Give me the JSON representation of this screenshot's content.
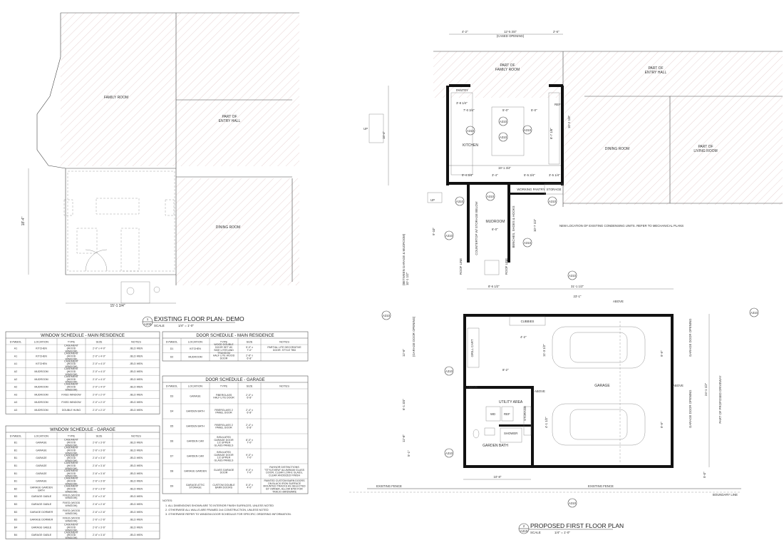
{
  "drawing": {
    "existing_plan": {
      "title": "EXISTING FLOOR PLAN- DEMO",
      "scale": "1/4\" = 1'-0\"",
      "scale_word": "SCALE",
      "tag_num": "1",
      "tag_sheet": "A200",
      "rooms": {
        "family_room": "FAMILY ROOM",
        "entry_part": "PART OF",
        "entry_hall": "ENTRY HALL",
        "dining_room": "DINING ROOM"
      },
      "dims": {
        "width": "15'-1 3/4\"",
        "height": "18'-4\""
      }
    },
    "proposed_plan": {
      "title": "PROPOSED FIRST FLOOR PLAN",
      "scale": "1/4\" = 1'-0\"",
      "scale_word": "SCALE",
      "tag_num": "2",
      "tag_sheet": "A310",
      "rooms": {
        "family_part": "PART OF",
        "family_room": "FAMILY ROOM",
        "entry_part": "PART OF",
        "entry_hall": "ENTRY HALL",
        "kitchen": "KITCHEN",
        "pantry": "PANTRY",
        "ref": "REF",
        "dining_room": "DINING ROOM",
        "living_part": "PART OF",
        "living_room": "LIVING ROOM",
        "working_pantry": "WORKING PANTRY",
        "storage": "STORAGE",
        "mudroom": "MUDROOM",
        "counter_storage": "COUNTERTOP W/ STORAGE BELOW",
        "benches": "BENCHES, SHOES & HOOKS",
        "cubbies": "CUBBIES",
        "grill_cart": "GRILL CART",
        "utility_area": "UTILITY AREA",
        "wd": "WD",
        "ref2": "REF",
        "shower": "SHOWER",
        "garden_bath": "GARDEN BATH",
        "garage": "GARAGE",
        "storage2": "STORAGE"
      },
      "notes": {
        "condensing": "NEW LOCATION OF EXISTING CONDENSING UNITS. REFER TO MECHANICAL PLANS",
        "fence_left": "EXISTING FENCE",
        "fence_right": "EXISTING FENCE",
        "boundary": "BOUNDARY LINE",
        "driveway": "PART OF PROPOSED DRIVEWAY",
        "garage_door": "GARAGE DOOR OPENING",
        "garage_door_below": "(GARAGE DOOR OPENING)",
        "between": "(BETWEEN GARAGE & MUDROOM)",
        "roof_line": "ROOF LINE",
        "cased": "(CASED OPENING)",
        "above": "ABOVE",
        "up": "UP"
      },
      "dims": {
        "top_a": "4'-2\"",
        "top_b": "12'-5 3/4\"",
        "top_c": "2'-6\"",
        "k1": "3'-8 1/4\"",
        "k2": "7'-0 3/4\"",
        "k3": "5'-0\"",
        "k4": "5'-0\"",
        "k5": "19'-1 3/4\"",
        "k6": "8'-7 1/8\"",
        "k7": "10'-2 1/8\"",
        "k8": "18'-4\"",
        "m1": "5'-4 3/4\"",
        "m2": "3'-4\"",
        "m3": "5'-5 3/4\"",
        "m4": "3'-5 1/4\"",
        "m5": "6'-0\"",
        "m6": "9'-10\"",
        "m7": "10'-7 1/4\"",
        "m8": "10'-1 1/2\"",
        "g1": "8'-6 1/2\"",
        "g2": "31'-1 1/2\"",
        "g3": "23'-1\"",
        "g4": "4'-2\"",
        "g5": "8'-2\"",
        "g6": "11'-3 1/2\"",
        "g7": "9'-9\"",
        "g8": "9'-9\"",
        "g9": "24'-1 1/2\"",
        "g10": "12'-6\"",
        "g11": "6'-1 3/4\"",
        "g12": "4'-1 1/2\"",
        "g13": "12'-8\"",
        "g14": "5'-1\"",
        "g15": "10'-8\"",
        "g16": "5'-0\""
      }
    }
  },
  "window_schedule_main": {
    "title": "WINDOW SCHEDULE - MAIN RESIDENCE",
    "headers": [
      "SYMBOL",
      "LOCATION",
      "TYPE",
      "SIZE",
      "NOTES"
    ],
    "rows": [
      [
        "A1",
        "KITCHEN",
        "CASEMENT (WOOD WINDOW)",
        "2'-0\" x 4'-0\"",
        "JELD WEN"
      ],
      [
        "A1",
        "KITCHEN",
        "CASEMENT (WOOD WINDOW)",
        "2'-0\" x 4'-0\"",
        "JELD WEN"
      ],
      [
        "A1",
        "KITCHEN",
        "CASEMENT (WOOD WINDOW)",
        "2'-0\" x 4'-0\"",
        "JELD WEN"
      ],
      [
        "A2",
        "MUDROOM",
        "CASEMENT (WOOD WINDOW)",
        "2'-0\" x 4'-0\"",
        "JELD WEN"
      ],
      [
        "A2",
        "MUDROOM",
        "CASEMENT (WOOD WINDOW)",
        "2'-0\" x 4'-0\"",
        "JELD WEN"
      ],
      [
        "A2",
        "MUDROOM",
        "CASEMENT (WOOD WINDOW)",
        "2'-0\" x 4'-0\"",
        "JELD WEN"
      ],
      [
        "A3",
        "MUDROOM",
        "FIXED WINDOW",
        "2'-0\" x 2'-0\"",
        "JELD WEN"
      ],
      [
        "A3",
        "MUDROOM",
        "FIXED WINDOW",
        "2'-0\" x 2'-0\"",
        "JELD WEN"
      ],
      [
        "A3",
        "MUDROOM",
        "DOUBLE HUNG",
        "2'-0\" x 2'-0\"",
        "JELD WEN"
      ]
    ]
  },
  "window_schedule_garage": {
    "title": "WINDOW SCHEDULE - GARAGE",
    "headers": [
      "SYMBOL",
      "LOCATION",
      "TYPE",
      "SIZE",
      "NOTES"
    ],
    "rows": [
      [
        "B1",
        "GARAGE",
        "CASEMENT (WOOD WINDOW)",
        "2'-6\" x 3'-6\"",
        "JELD WEN"
      ],
      [
        "B1",
        "GARAGE",
        "CASEMENT (WOOD WINDOW)",
        "2'-6\" x 3'-6\"",
        "JELD WEN"
      ],
      [
        "B1",
        "GARAGE",
        "CASEMENT (WOOD WINDOW)",
        "2'-6\" x 3'-6\"",
        "JELD WEN"
      ],
      [
        "B1",
        "GARAGE",
        "CASEMENT (WOOD WINDOW)",
        "2'-6\" x 3'-6\"",
        "JELD WEN"
      ],
      [
        "B1",
        "GARAGE",
        "CASEMENT (WOOD WINDOW)",
        "2'-6\" x 3'-6\"",
        "JELD WEN"
      ],
      [
        "B1",
        "GARAGE",
        "CASEMENT (WOOD WINDOW)",
        "2'-6\" x 3'-6\"",
        "JELD WEN"
      ],
      [
        "B2",
        "GARAGE GARDEN BATH",
        "CASEMENT (WOOD WINDOW)",
        "2'-6\" x 3'-6\"",
        "JELD WEN"
      ],
      [
        "B3",
        "GARAGE GABLE",
        "FIXED (WOOD WINDOW)",
        "2'-6\" x 2'-6\"",
        "JELD WEN"
      ],
      [
        "B3",
        "GARAGE GABLE",
        "FIXED (WOOD WINDOW)",
        "2'-6\" x 2'-6\"",
        "JELD WEN"
      ],
      [
        "B3",
        "GARAGE DORMER",
        "FIXED (WOOD WINDOW)",
        "2'-6\" x 2'-6\"",
        "JELD WEN"
      ],
      [
        "B3",
        "GARAGE DORMER",
        "FIXED (WOOD WINDOW)",
        "2'-6\" x 2'-6\"",
        "JELD WEN"
      ],
      [
        "B4",
        "GARAGE GABLE",
        "CASEMENT (WOOD WINDOW)",
        "2'-6\" x 3'-6\"",
        "JELD WEN"
      ],
      [
        "B4",
        "GARAGE GABLE",
        "CASEMENT (WOOD WINDOW)",
        "2'-6\" x 3'-6\"",
        "JELD WEN"
      ]
    ]
  },
  "door_schedule_main": {
    "title": "DOOR SCHEDULE - MAIN RESIDENCE",
    "headers": [
      "SYMBOL",
      "LOCATION",
      "TYPE",
      "SIZE",
      "NOTES"
    ],
    "rows": [
      [
        "D1",
        "KITCHEN",
        "WOOD DOUBLE DOOR SET W/ SIDE LITES AND TRANSOM",
        "5'-0\" x 7'-0\"",
        "PARTIAL LITE DECORATIVE DOOR. STYLE TBD"
      ],
      [
        "D2",
        "MUDROOM",
        "HALF LITE WOOD DOOR",
        "2'-8\" x 6'-8\"",
        ""
      ]
    ]
  },
  "door_schedule_garage": {
    "title": "DOOR SCHEDULE - GARAGE",
    "headers": [
      "SYMBOL",
      "LOCATION",
      "TYPE",
      "SIZE",
      "NOTES"
    ],
    "rows": [
      [
        "D3",
        "GARAGE",
        "FIBERGLASS HALF LITE DOOR",
        "2'-0\" x 6'-8\"",
        ""
      ],
      [
        "D4",
        "GARDEN BATH",
        "FIBERGLASS 2 PANEL DOOR",
        "2'-4\" x 6'-8\"",
        ""
      ],
      [
        "D5",
        "GARDEN BATH",
        "FIBERGLASS 2 PANEL DOOR",
        "2'-4\" x 6'-8\"",
        ""
      ],
      [
        "D6",
        "GARDEN CAR",
        "INSULATED GARAGE DOOR 1/2 UPPER GLASS PANELS",
        "8'-0\" x 7'-0\"",
        ""
      ],
      [
        "D7",
        "GARDEN CAR",
        "INSULATED GARAGE DOOR 1/2 UPPER GLASS PANELS",
        "9'-0\" x 7'-0\"",
        ""
      ],
      [
        "D8",
        "GARAGE GARDEN",
        "GLASS GARAGE DOOR",
        "9'-0\" x 7'-0\"",
        "RAYNOR DISTINCTIONS \"STYLEVIEW\" ALUMINUM GLASS DOOR, CLEAR LOW-E GLASS, CLEAR ANODIZED FINISH"
      ],
      [
        "D9",
        "GARAGE ATTIC STORAGE",
        "CUSTOM DOUBLE BARN DOORS",
        "5'-0\" x 4'-0\"",
        "PAINTED CUSTOM BARN DOORS ON BLACK IRON SURFACE MOUNTED TRACKS AS SELECTED BY OWNER, ALLOW $750 FOR TRACK HARDWARE"
      ]
    ]
  },
  "notes": {
    "heading": "NOTES:",
    "items": [
      "1.   ALL DIMENSIONS SHOWN ARE TO INTERIOR FINISH SURFACES, UNLESS NOTED",
      "2.   OTHERWISE ALL WALLS ARE FRAMED 2x4 CONSTRUCTION, UNLESS NOTED",
      "3.   OTHERWISE REFER TO WINDOW-DOOR SCHEDULE FOR SPECIFIC ORDERING INFORMATION."
    ]
  }
}
